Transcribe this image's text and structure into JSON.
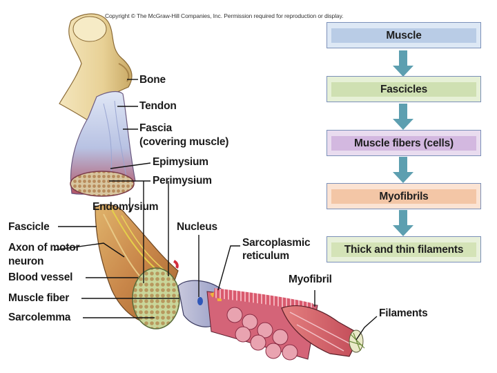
{
  "copyright": "Copyright © The McGraw-Hill Companies, Inc. Permission required for reproduction or display.",
  "labels": {
    "bone": "Bone",
    "tendon": "Tendon",
    "fascia_line1": "Fascia",
    "fascia_line2": "(covering muscle)",
    "epimysium": "Epimysium",
    "perimysium": "Perimysium",
    "endomysium": "Endomysium",
    "fascicle": "Fascicle",
    "nucleus": "Nucleus",
    "axon_line1": "Axon of motor",
    "axon_line2": "neuron",
    "sarcoplasmic_line1": "Sarcoplasmic",
    "sarcoplasmic_line2": "reticulum",
    "blood_vessel": "Blood vessel",
    "myofibril": "Myofibril",
    "muscle_fiber": "Muscle fiber",
    "sarcolemma": "Sarcolemma",
    "filaments": "Filaments"
  },
  "hierarchy": [
    {
      "label": "Muscle",
      "box_color": "#dde8f5",
      "band_color": "#b9cce6"
    },
    {
      "label": "Fascicles",
      "box_color": "#e6f0d6",
      "band_color": "#cfe0b2"
    },
    {
      "label": "Muscle fibers (cells)",
      "box_color": "#e9dcef",
      "band_color": "#d3b8e0"
    },
    {
      "label": "Myofibrils",
      "box_color": "#fbe3d3",
      "band_color": "#f3c6a6"
    },
    {
      "label": "Thick and thin filaments",
      "box_color": "#e8f0da",
      "band_color": "#d4e3b7"
    }
  ],
  "colors": {
    "arrow": "#5d9fb0",
    "bone": "#ecd9a4",
    "tendon": "#c9d3ea",
    "muscle": "#b8485a",
    "fiber": "#c9456a",
    "myofibril": "#d9566a"
  }
}
